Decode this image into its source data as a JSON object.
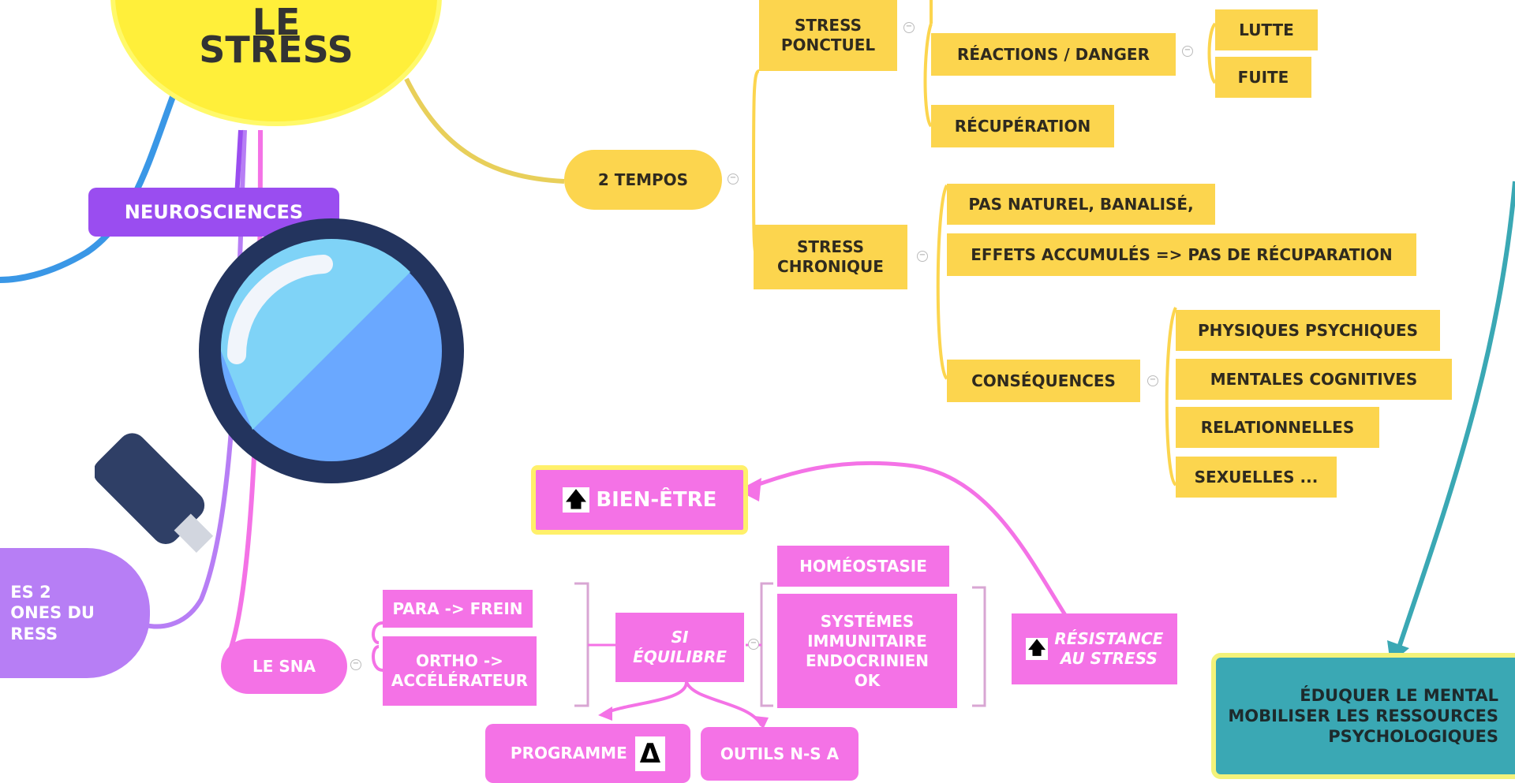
{
  "center": {
    "line1": "LE",
    "line2": "STRESS"
  },
  "neurosciences": "NEUROSCIENCES",
  "deux_temps": "2 TEMPOS",
  "stress_ponctuel": "STRESS\nPONCTUEL",
  "reactions_danger": "RÉACTIONS / DANGER",
  "lutte": "LUTTE",
  "fuite": "FUITE",
  "recuperation": "RÉCUPÉRATION",
  "stress_chronique": "STRESS\nCHRONIQUE",
  "pas_naturel": "PAS NATUREL, BANALISÉ,",
  "effets_accumules": "EFFETS ACCUMULÉS => PAS DE RÉCUPARATION",
  "consequences": "CONSÉQUENCES",
  "consequence_items": [
    "PHYSIQUES   PSYCHIQUES",
    "MENTALES   COGNITIVES",
    "RELATIONNELLES",
    "SEXUELLES ..."
  ],
  "bien_etre": "BIEN-ÊTRE",
  "homeostasie": "HOMÉOSTASIE",
  "systemes": "SYSTÉMES\nIMMUNITAIRE\nENDOCRINIEN\nOK",
  "resistance": "RÉSISTANCE\nAU STRESS",
  "si_equilibre": "SI\nÉQUILIBRE",
  "para_frein": "PARA -> FREIN",
  "ortho": "ORTHO ->\nACCÉLÉRATEUR",
  "le_sna": "LE SNA",
  "programme": "PROGRAMME",
  "delta": "Δ",
  "outils": "OUTILS N-S A",
  "deux_zones": "ES 2\nONES DU\nRESS",
  "eduquer": "ÉDUQUER LE MENTAL\nMOBILISER LES RESSOURCES\nPSYCHOLOGIQUES",
  "up_arrow": "🡅",
  "collapse_symbol": "−",
  "colors": {
    "yellow": "#fcd54e",
    "pink": "#f472e6",
    "purple": "#9a4df0",
    "lilac": "#b77ef5",
    "teal": "#3aa8b4",
    "blue": "#3a97e6",
    "center": "#ffef3a"
  }
}
